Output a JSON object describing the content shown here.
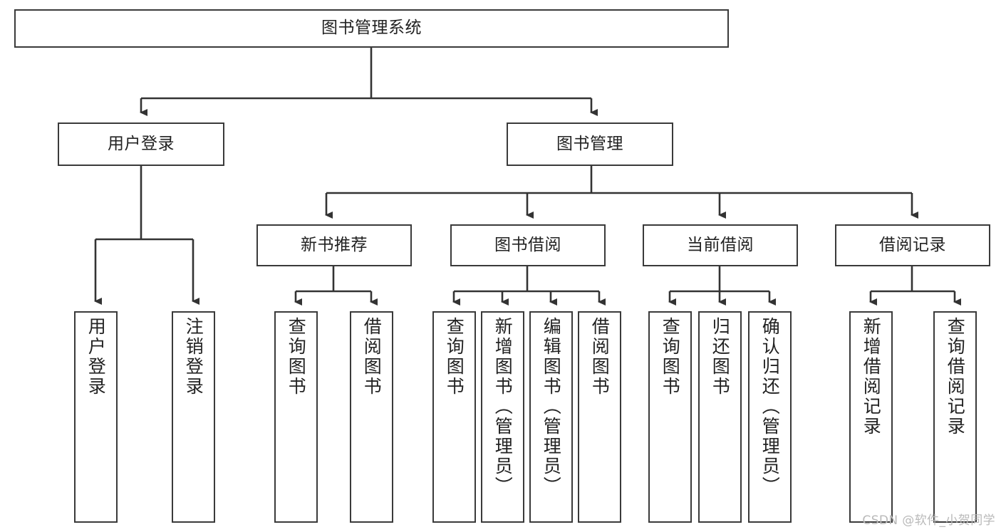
{
  "diagram": {
    "title": "图书管理系统",
    "type": "tree-hierarchy-chart",
    "root": {
      "label": "图书管理系统"
    },
    "level1": [
      {
        "label": "用户登录"
      },
      {
        "label": "图书管理"
      }
    ],
    "level2": [
      {
        "label": "新书推荐"
      },
      {
        "label": "图书借阅"
      },
      {
        "label": "当前借阅"
      },
      {
        "label": "借阅记录"
      }
    ],
    "leaves": {
      "user_login": [
        {
          "label": "用户登录"
        },
        {
          "label": "注销登录"
        }
      ],
      "new_book_recommend": [
        {
          "label": "查询图书"
        },
        {
          "label": "借阅图书"
        }
      ],
      "book_borrow": [
        {
          "label": "查询图书"
        },
        {
          "label": "新增图书（管理员）"
        },
        {
          "label": "编辑图书（管理员）"
        },
        {
          "label": "借阅图书"
        }
      ],
      "current_borrow": [
        {
          "label": "查询图书"
        },
        {
          "label": "归还图书"
        },
        {
          "label": "确认归还（管理员）"
        }
      ],
      "borrow_record": [
        {
          "label": "新增借阅记录"
        },
        {
          "label": "查询借阅记录"
        }
      ]
    }
  },
  "watermark": {
    "text": "CSDN @软件_小贺同学"
  },
  "colors": {
    "box_border": "#3a3a3a",
    "box_fill": "#ffffff",
    "edge": "#333333",
    "text": "#222222",
    "watermark": "#b9b9b9",
    "background": "#ffffff"
  }
}
